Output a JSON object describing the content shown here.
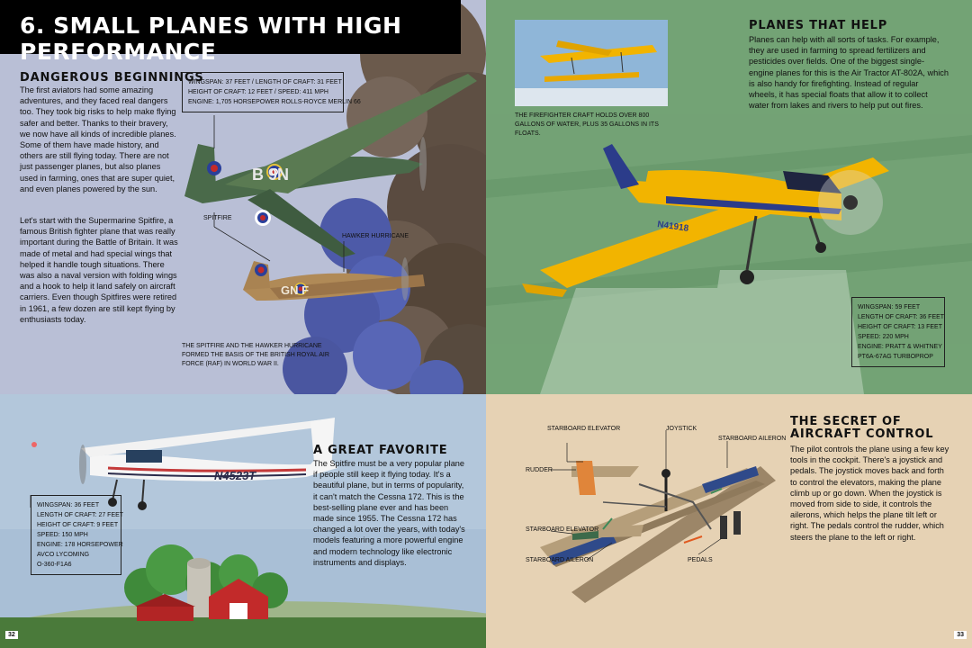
{
  "title": "6. SMALL PLANES WITH HIGH PERFORMANCE",
  "dangerous": {
    "heading": "DANGEROUS BEGINNINGS",
    "p1": "The first aviators had some amazing adventures, and they faced real dangers too. They took big risks to help make flying safer and better. Thanks to their bravery, we now have all kinds of incredible planes. Some of them have made history, and others are still flying today. There are not just passenger planes, but also planes used in farming, ones that are super quiet, and even planes powered by the sun.",
    "p2": "Let's start with the Supermarine Spitfire, a famous British fighter plane that was really important during the Battle of Britain. It was made of metal and had special wings that helped it handle tough situations. There was also a naval version with folding wings and a hook to help it land safely on aircraft carriers. Even though Spitfires were retired in 1961, a few dozen are still kept flying by enthusiasts today."
  },
  "spitfire_specs": [
    "WINGSPAN: 37 FEET / LENGTH OF CRAFT: 31 FEET",
    "HEIGHT OF CRAFT: 12 FEET / SPEED: 411 MPH",
    "ENGINE: 1,705 HORSEPOWER ROLLS-ROYCE MERLIN 66"
  ],
  "labels": {
    "spitfire": "SPITFIRE",
    "hurricane": "HAWKER HURRICANE",
    "spitfire_code": "B 9N",
    "hurricane_code": "GN F"
  },
  "spitfire_caption": "THE SPITFIRE AND THE HAWKER HURRICANE FORMED THE BASIS OF THE BRITISH ROYAL AIR FORCE (RAF) IN WORLD WAR II.",
  "helper": {
    "heading": "PLANES THAT HELP",
    "body": "Planes can help with all sorts of tasks. For example, they are used in farming to spread fertilizers and pesticides over fields. One of the biggest single-engine planes for this is the Air Tractor AT-802A, which is also handy for firefighting. Instead of regular wheels, it has special floats that allow it to collect water from lakes and rivers to help put out fires.",
    "caption": "THE FIREFIGHTER CRAFT HOLDS OVER 800 GALLONS OF WATER, PLUS 35 GALLONS IN ITS FLOATS.",
    "tail_code": "N41918"
  },
  "airtractor_specs": [
    "WINGSPAN: 59 FEET",
    "LENGTH OF CRAFT: 36 FEET",
    "HEIGHT OF CRAFT: 13 FEET",
    "SPEED: 220 MPH",
    "ENGINE: PRATT & WHITNEY",
    "PT6A-67AG TURBOPROP"
  ],
  "favorite": {
    "heading": "A GREAT FAVORITE",
    "body": "The Spitfire must be a very popular plane if people still keep it flying today. It's a beautiful plane, but in terms of popularity, it can't match the Cessna 172. This is the best-selling plane ever and has been made since 1955. The Cessna 172 has changed a lot over the years, with today's models featuring a more powerful engine and modern technology like electronic instruments and displays.",
    "tail_code": "N4523T"
  },
  "cessna_specs": [
    "WINGSPAN: 36 FEET",
    "LENGTH OF CRAFT: 27 FEET",
    "HEIGHT OF CRAFT: 9 FEET",
    "SPEED: 150 MPH",
    "ENGINE: 178 HORSEPOWER",
    "AVCO LYCOMING",
    "O-360-F1A6"
  ],
  "control": {
    "heading_line1": "THE SECRET OF",
    "heading_line2": "AIRCRAFT CONTROL",
    "body": "The pilot controls the plane using a few key tools in the cockpit. There's a joystick and pedals. The joystick moves back and forth to control the elevators, making the plane climb up or go down. When the joystick is moved from side to side, it controls the ailerons, which helps the plane tilt left or right. The pedals control the rudder, which steers the plane to the left or right.",
    "labels": {
      "starboard_elevator_top": "STARBOARD ELEVATOR",
      "joystick": "JOYSTICK",
      "starboard_aileron_top": "STARBOARD AILERON",
      "rudder": "RUDDER",
      "starboard_elevator_bottom": "STARBOARD ELEVATOR",
      "starboard_aileron_bottom": "STARBOARD AILERON",
      "pedals": "PEDALS"
    }
  },
  "page_left": "32",
  "page_right": "33",
  "colors": {
    "title_bg": "#000000",
    "spitfire_green": "#4a6a4a",
    "airtractor_yellow": "#f2b400",
    "field_green": "#6f9f72",
    "diagram_bg": "#e6d2b4"
  }
}
